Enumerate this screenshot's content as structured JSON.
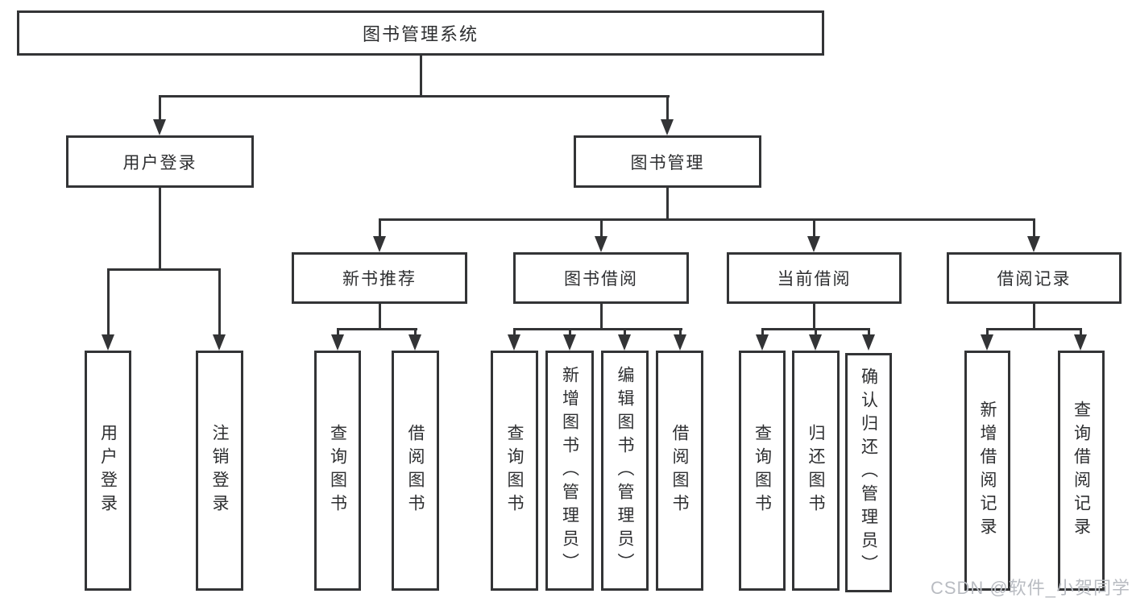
{
  "diagram": {
    "title": "图书管理系统",
    "branches": {
      "user_login": "用户登录",
      "book_mgmt": "图书管理"
    },
    "modules": {
      "new_books": "新书推荐",
      "borrowing": "图书借阅",
      "current": "当前借阅",
      "records": "借阅记录"
    },
    "leaves": {
      "user_login": [
        "用户登录",
        "注销登录"
      ],
      "new_books": [
        "查询图书",
        "借阅图书"
      ],
      "borrowing": [
        "查询图书",
        "新增图书（管理员）",
        "编辑图书（管理员）",
        "借阅图书"
      ],
      "current": [
        "查询图书",
        "归还图书",
        "确认归还（管理员）"
      ],
      "records": [
        "新增借阅记录",
        "查询借阅记录"
      ]
    },
    "line_color": "#333436",
    "background": "#ffffff"
  },
  "watermark": "CSDN @软件_小贺同学"
}
